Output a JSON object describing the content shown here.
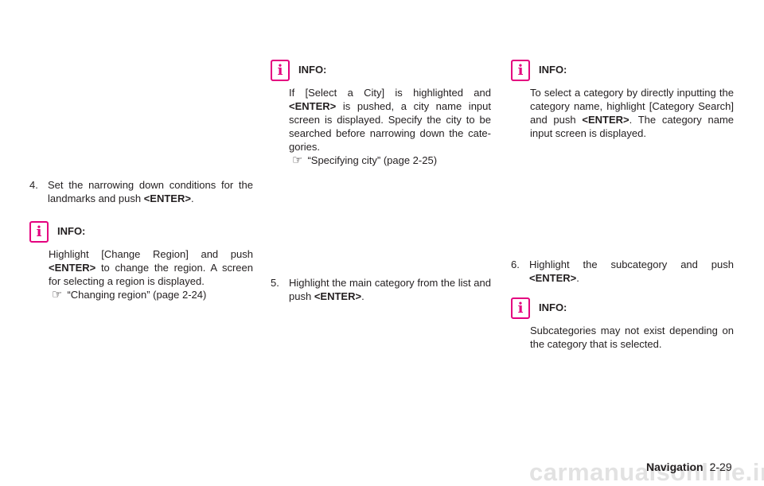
{
  "col1": {
    "step_num": "4.",
    "step_a": "Set the narrowing down conditions for the landmarks and push ",
    "step_key": "<ENTER>",
    "step_end": ".",
    "info_label": "INFO:",
    "info_a": "Highlight [Change Region] and push ",
    "info_key": "<ENTER>",
    "info_b": " to change the region. A screen for selecting a region is displayed.",
    "ref_text": "“Changing region” (page 2-24)"
  },
  "col2": {
    "info_label": "INFO:",
    "info_a": "If [Select a City] is highlighted and ",
    "info_key": "<ENTER>",
    "info_b": " is pushed, a city name input screen is displayed. Specify the city to be searched before narrowing down the cate- gories.",
    "ref_text": "“Specifying city” (page 2-25)",
    "step_num": "5.",
    "step_a": "Highlight the main category from the list and push ",
    "step_key": "<ENTER>",
    "step_end": "."
  },
  "col3": {
    "info1_label": "INFO:",
    "info1_a": "To select a category by directly inputting the category name, highlight [Category Search] and push ",
    "info1_key": "<ENTER>",
    "info1_b": ". The category name input screen is displayed.",
    "step_num": "6.",
    "step_a": "Highlight the subcategory and push ",
    "step_key": "<ENTER>",
    "step_end": ".",
    "info2_label": "INFO:",
    "info2_text": "Subcategories may not exist depending on the category that is selected."
  },
  "footer": {
    "section": "Navigation",
    "page": "2-29"
  },
  "watermark": "carmanualsonline.info",
  "icons": {
    "info": "info-icon",
    "reference": "pointing-hand-icon"
  },
  "colors": {
    "info_accent": "#e4007f",
    "text": "#231f20"
  }
}
